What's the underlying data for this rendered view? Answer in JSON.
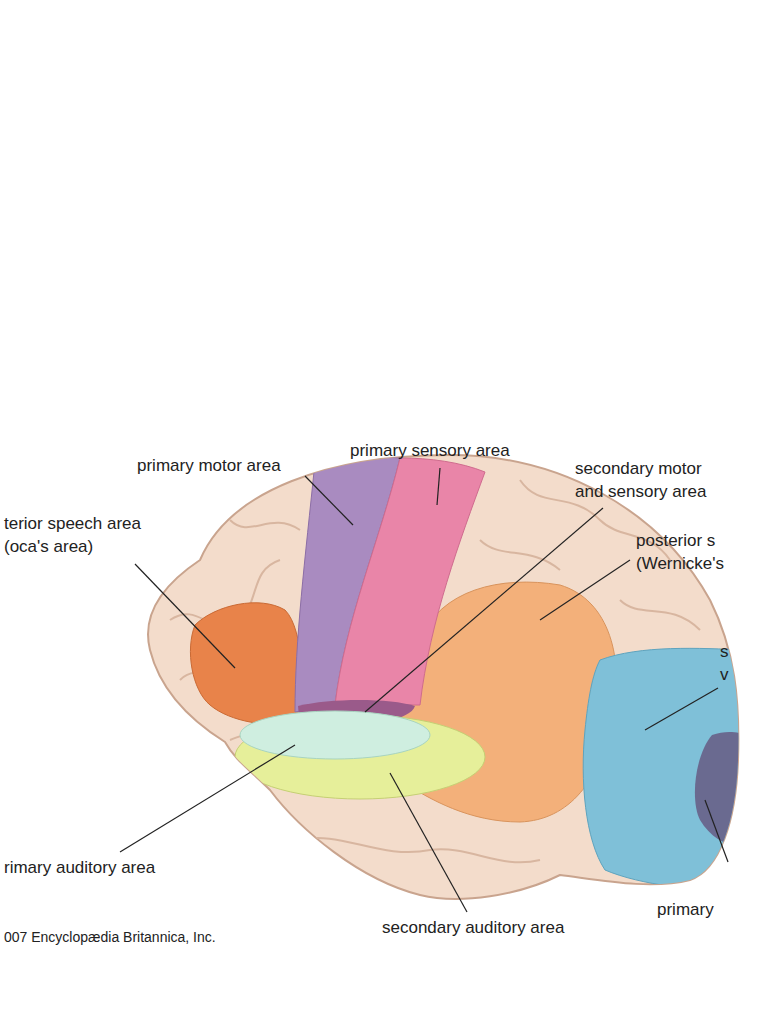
{
  "diagram": {
    "labels": [
      "primary motor area",
      "primary sensory area",
      "secondary motor and sensory area",
      "terior speech area (oca's area)",
      "posterior s (Wernicke's",
      "s v",
      "rimary auditory area",
      "secondary auditory area",
      "primary",
      "007 Encyclopædia Britannica, Inc."
    ]
  }
}
